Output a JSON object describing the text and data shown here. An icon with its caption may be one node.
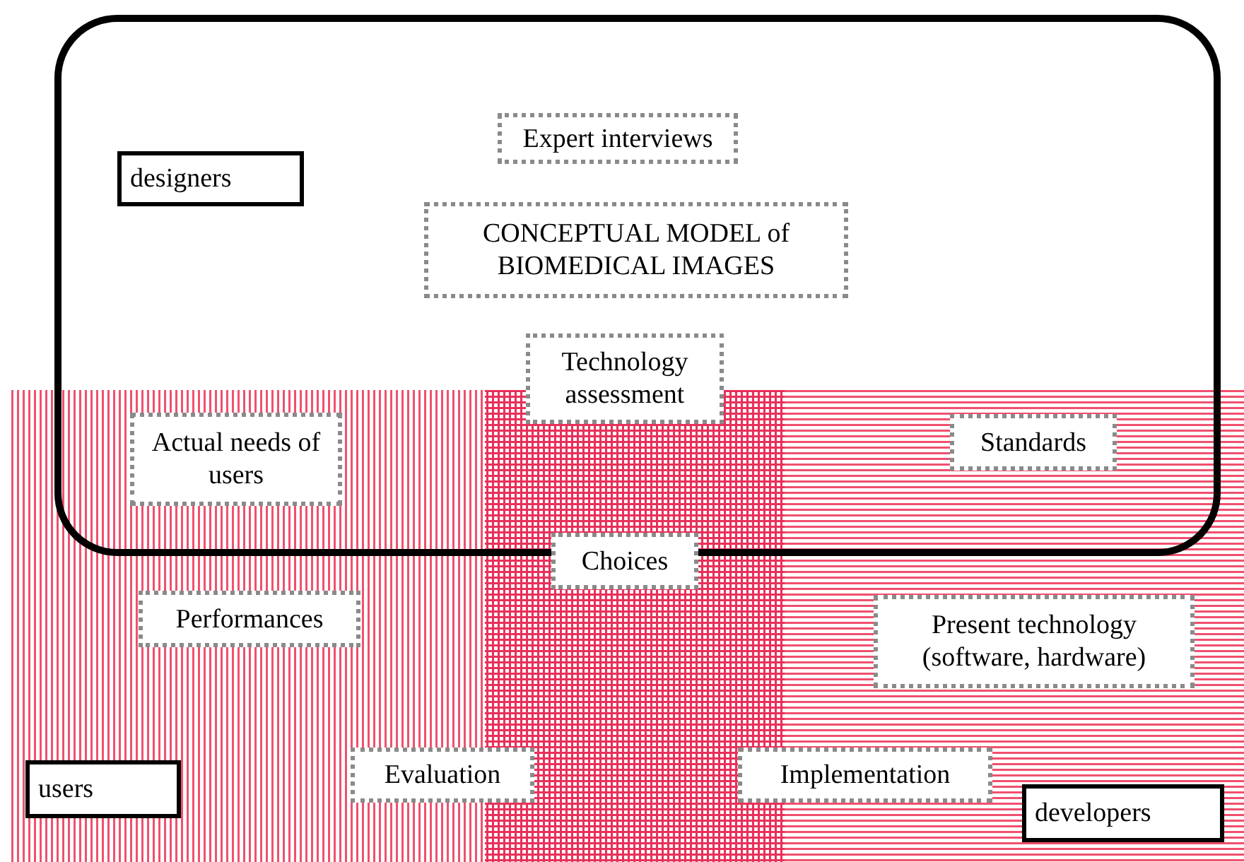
{
  "diagram": {
    "nodes": [
      {
        "text": [
          "Expert interviews"
        ]
      },
      {
        "text": [
          "designers"
        ]
      },
      {
        "text": [
          "CONCEPTUAL MODEL of BIOMEDICAL IMAGES"
        ]
      },
      {
        "text": [
          "Technology assessment"
        ]
      },
      {
        "text": [
          "Actual needs of users"
        ]
      },
      {
        "text": [
          "Standards"
        ]
      },
      {
        "text": [
          "Choices"
        ]
      },
      {
        "text": [
          "Performances"
        ]
      },
      {
        "text": [
          "Present technology (software, hardware)"
        ]
      },
      {
        "text": [
          "users"
        ]
      },
      {
        "text": [
          "Evaluation"
        ]
      },
      {
        "text": [
          "Implementation"
        ]
      },
      {
        "text": [
          "developers"
        ]
      }
    ]
  }
}
